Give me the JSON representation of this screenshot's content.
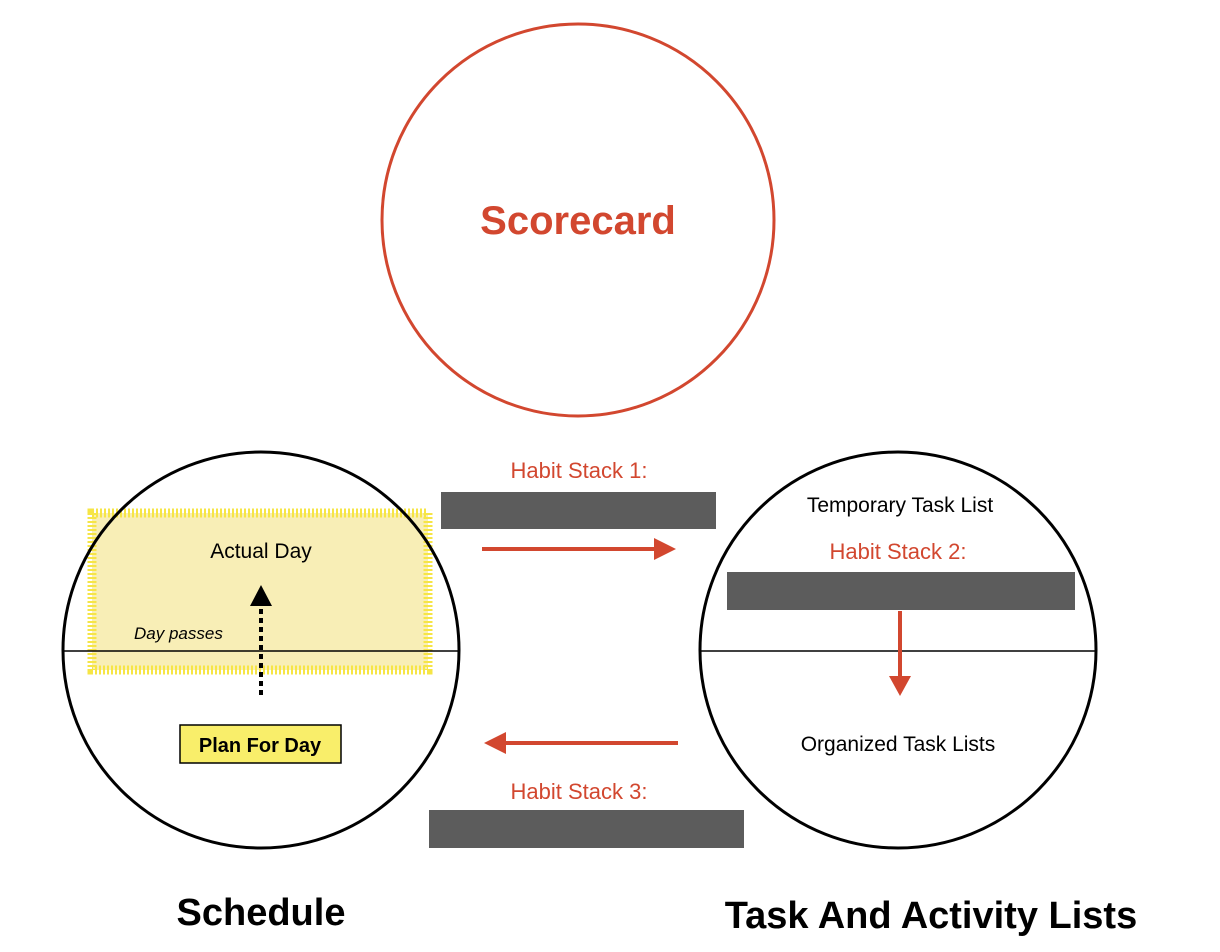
{
  "colors": {
    "accent": "#d2472f",
    "ink": "#000000",
    "highlight": "#f8eeb6",
    "highlight_border": "#f6e545",
    "label_box": "#f9ee6a",
    "redaction": "#5c5c5c",
    "background": "#ffffff"
  },
  "scorecard": {
    "label": "Scorecard"
  },
  "schedule": {
    "title": "Schedule",
    "actual_day": "Actual Day",
    "day_passes": "Day passes",
    "plan_for_day": "Plan For Day"
  },
  "task_lists": {
    "title": "Task And Activity Lists",
    "temporary": "Temporary Task List",
    "organized": "Organized Task Lists"
  },
  "habit_stacks": {
    "hs1": "Habit Stack 1:",
    "hs2": "Habit Stack 2:",
    "hs3": "Habit Stack 3:"
  }
}
